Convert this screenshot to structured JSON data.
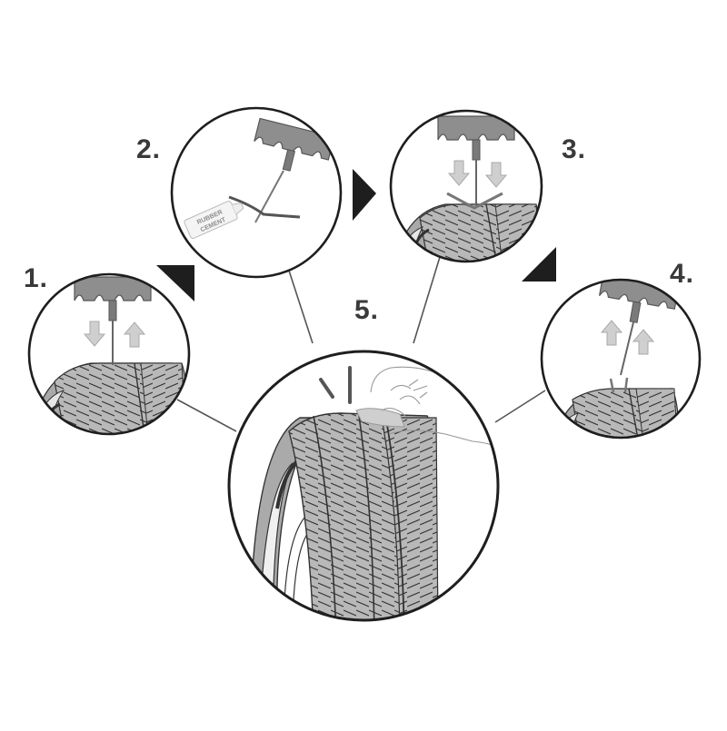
{
  "diagram": {
    "type": "instructional-steps",
    "subject": "tubeless tire puncture repair",
    "colors": {
      "background": "#ffffff",
      "outline": "#222222",
      "tire_fill": "#b4b4b4",
      "tire_dark": "#8c8c8c",
      "tool_fill": "#8e8e8e",
      "arrow_fill": "#c8c8c8",
      "direction_triangle": "#1e1e1e",
      "label_text": "#3a3a3a"
    },
    "steps": [
      {
        "id": 1,
        "label": "1.",
        "action": "insert-remove-reamer",
        "arrows": [
          "down",
          "up"
        ]
      },
      {
        "id": 2,
        "label": "2.",
        "action": "apply-rubber-cement-to-plug",
        "tube_text_line1": "RUBBER",
        "tube_text_line2": "CEMENT"
      },
      {
        "id": 3,
        "label": "3.",
        "action": "insert-plug-with-needle",
        "arrows": [
          "down",
          "down"
        ]
      },
      {
        "id": 4,
        "label": "4.",
        "action": "pull-out-needle",
        "arrows": [
          "up",
          "up"
        ]
      },
      {
        "id": 5,
        "label": "5.",
        "action": "cut-off-excess-plug"
      }
    ],
    "flow_arrows": [
      {
        "from": 1,
        "to": 2,
        "shape": "triangle"
      },
      {
        "from": 2,
        "to": 3,
        "shape": "triangle"
      },
      {
        "from": 3,
        "to": 4,
        "shape": "triangle"
      }
    ]
  }
}
